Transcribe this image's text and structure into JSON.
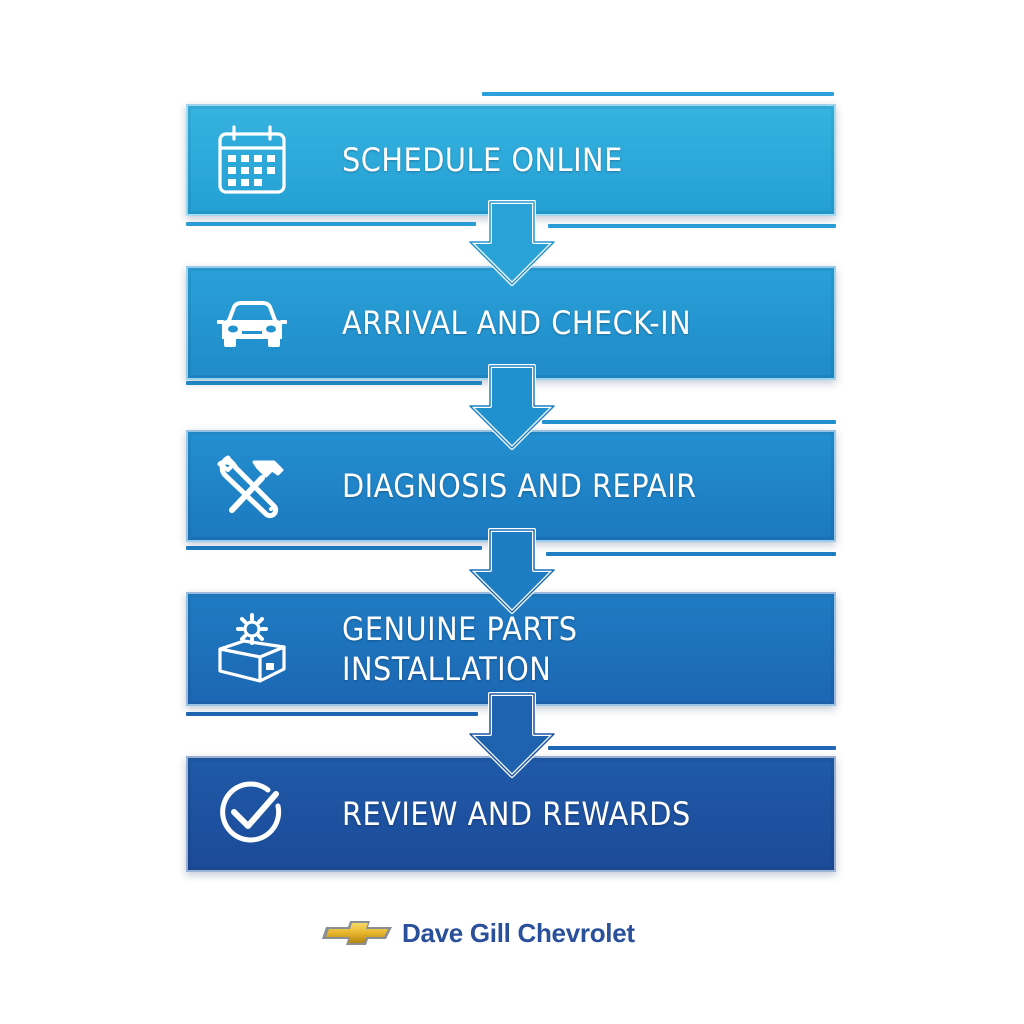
{
  "colors": {
    "step_1": "#2aa6d6",
    "step_2": "#2393cf",
    "step_3": "#1e7dc4",
    "step_4": "#1f67b4",
    "step_5": "#1e4f9e",
    "accent_line": "#2ba0db",
    "brand_text": "#2a4f9b",
    "bowtie_gold": "#e6b52c"
  },
  "steps": [
    {
      "icon": "calendar-icon",
      "label": "SCHEDULE ONLINE"
    },
    {
      "icon": "car-icon",
      "label": "ARRIVAL AND CHECK-IN"
    },
    {
      "icon": "wrench-hammer-icon",
      "label": "DIAGNOSIS AND REPAIR"
    },
    {
      "icon": "gear-box-icon",
      "label": "GENUINE PARTS\nINSTALLATION"
    },
    {
      "icon": "checkmark-circle-icon",
      "label": "REVIEW AND REWARDS"
    }
  ],
  "brand": {
    "logo_icon": "chevrolet-bowtie-icon",
    "name": "Dave Gill Chevrolet"
  }
}
